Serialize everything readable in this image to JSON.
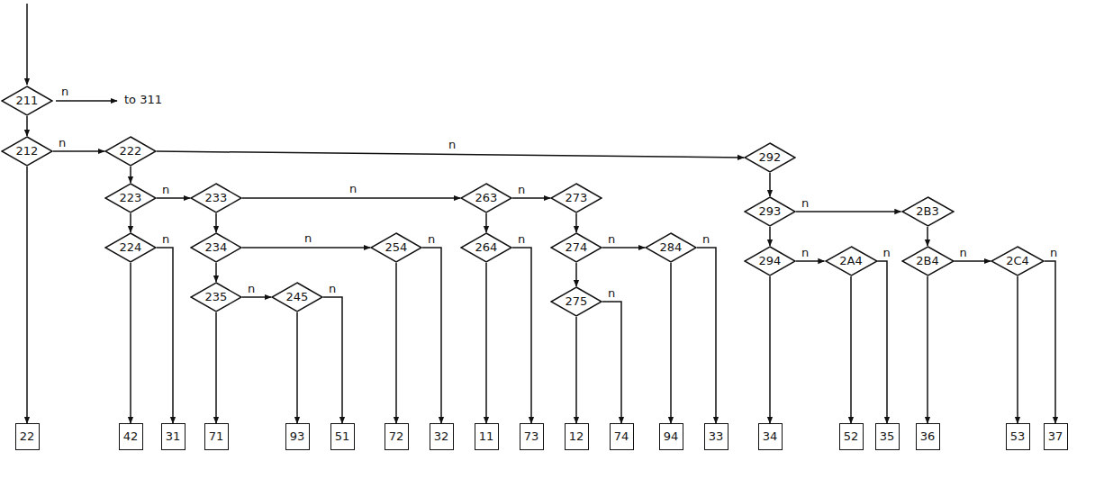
{
  "diagram": {
    "nodes": [
      {
        "text": [
          "211"
        ]
      },
      {
        "text": [
          "212"
        ]
      },
      {
        "text": [
          "222"
        ]
      },
      {
        "text": [
          "223"
        ]
      },
      {
        "text": [
          "224"
        ]
      },
      {
        "text": [
          "233"
        ]
      },
      {
        "text": [
          "234"
        ]
      },
      {
        "text": [
          "235"
        ]
      },
      {
        "text": [
          "245"
        ]
      },
      {
        "text": [
          "254"
        ]
      },
      {
        "text": [
          "263"
        ]
      },
      {
        "text": [
          "264"
        ]
      },
      {
        "text": [
          "273"
        ]
      },
      {
        "text": [
          "274"
        ]
      },
      {
        "text": [
          "275"
        ]
      },
      {
        "text": [
          "284"
        ]
      },
      {
        "text": [
          "292"
        ]
      },
      {
        "text": [
          "293"
        ]
      },
      {
        "text": [
          "294"
        ]
      },
      {
        "text": [
          "2A4"
        ]
      },
      {
        "text": [
          "2B3"
        ]
      },
      {
        "text": [
          "2B4"
        ]
      },
      {
        "text": [
          "2C4"
        ]
      },
      {
        "text": [
          "22"
        ]
      },
      {
        "text": [
          "42"
        ]
      },
      {
        "text": [
          "31"
        ]
      },
      {
        "text": [
          "71"
        ]
      },
      {
        "text": [
          "93"
        ]
      },
      {
        "text": [
          "51"
        ]
      },
      {
        "text": [
          "72"
        ]
      },
      {
        "text": [
          "32"
        ]
      },
      {
        "text": [
          "11"
        ]
      },
      {
        "text": [
          "73"
        ]
      },
      {
        "text": [
          "12"
        ]
      },
      {
        "text": [
          "74"
        ]
      },
      {
        "text": [
          "94"
        ]
      },
      {
        "text": [
          "33"
        ]
      },
      {
        "text": [
          "34"
        ]
      },
      {
        "text": [
          "52"
        ]
      },
      {
        "text": [
          "35"
        ]
      },
      {
        "text": [
          "36"
        ]
      },
      {
        "text": [
          "53"
        ]
      },
      {
        "text": [
          "37"
        ]
      }
    ],
    "edges": [
      {
        "from": 0,
        "to": 1,
        "arrow": "to"
      },
      {
        "from": 1,
        "to": 23,
        "arrow": "to"
      },
      {
        "from": 1,
        "to": 2,
        "label": "n",
        "arrow": "to"
      },
      {
        "from": 2,
        "to": 3,
        "arrow": "to"
      },
      {
        "from": 2,
        "to": 16,
        "label": "n",
        "arrow": "to"
      },
      {
        "from": 3,
        "to": 4,
        "arrow": "to"
      },
      {
        "from": 3,
        "to": 5,
        "label": "n",
        "arrow": "to"
      },
      {
        "from": 4,
        "to": 24,
        "arrow": "to"
      },
      {
        "from": 4,
        "to": 25,
        "label": "n",
        "arrow": "to"
      },
      {
        "from": 5,
        "to": 6,
        "arrow": "to"
      },
      {
        "from": 5,
        "to": 10,
        "label": "n",
        "arrow": "to"
      },
      {
        "from": 6,
        "to": 7,
        "arrow": "to"
      },
      {
        "from": 6,
        "to": 9,
        "label": "n",
        "arrow": "to"
      },
      {
        "from": 7,
        "to": 26,
        "arrow": "to"
      },
      {
        "from": 7,
        "to": 8,
        "label": "n",
        "arrow": "to"
      },
      {
        "from": 8,
        "to": 27,
        "arrow": "to"
      },
      {
        "from": 8,
        "to": 28,
        "label": "n",
        "arrow": "to"
      },
      {
        "from": 9,
        "to": 29,
        "arrow": "to"
      },
      {
        "from": 9,
        "to": 30,
        "label": "n",
        "arrow": "to"
      },
      {
        "from": 10,
        "to": 11,
        "arrow": "to"
      },
      {
        "from": 10,
        "to": 12,
        "label": "n",
        "arrow": "to"
      },
      {
        "from": 11,
        "to": 31,
        "arrow": "to"
      },
      {
        "from": 11,
        "to": 32,
        "label": "n",
        "arrow": "to"
      },
      {
        "from": 12,
        "to": 13,
        "arrow": "to"
      },
      {
        "from": 13,
        "to": 14,
        "arrow": "to"
      },
      {
        "from": 13,
        "to": 15,
        "label": "n",
        "arrow": "to"
      },
      {
        "from": 14,
        "to": 33,
        "arrow": "to"
      },
      {
        "from": 14,
        "to": 34,
        "label": "n",
        "arrow": "to"
      },
      {
        "from": 15,
        "to": 35,
        "arrow": "to"
      },
      {
        "from": 15,
        "to": 36,
        "label": "n",
        "arrow": "to"
      },
      {
        "from": 16,
        "to": 17,
        "arrow": "to"
      },
      {
        "from": 17,
        "to": 18,
        "arrow": "to"
      },
      {
        "from": 17,
        "to": 20,
        "label": "n",
        "arrow": "to"
      },
      {
        "from": 18,
        "to": 37,
        "arrow": "to"
      },
      {
        "from": 18,
        "to": 19,
        "label": "n",
        "arrow": "to"
      },
      {
        "from": 19,
        "to": 38,
        "arrow": "to"
      },
      {
        "from": 19,
        "to": 39,
        "label": "n",
        "arrow": "to"
      },
      {
        "from": 20,
        "to": 21,
        "arrow": "to"
      },
      {
        "from": 21,
        "to": 40,
        "arrow": "to"
      },
      {
        "from": 21,
        "to": 22,
        "label": "n",
        "arrow": "to"
      },
      {
        "from": 22,
        "to": 41,
        "arrow": "to"
      },
      {
        "from": 22,
        "to": 42,
        "label": "n",
        "arrow": "to"
      }
    ],
    "labels": [
      "n",
      "to 311"
    ]
  }
}
